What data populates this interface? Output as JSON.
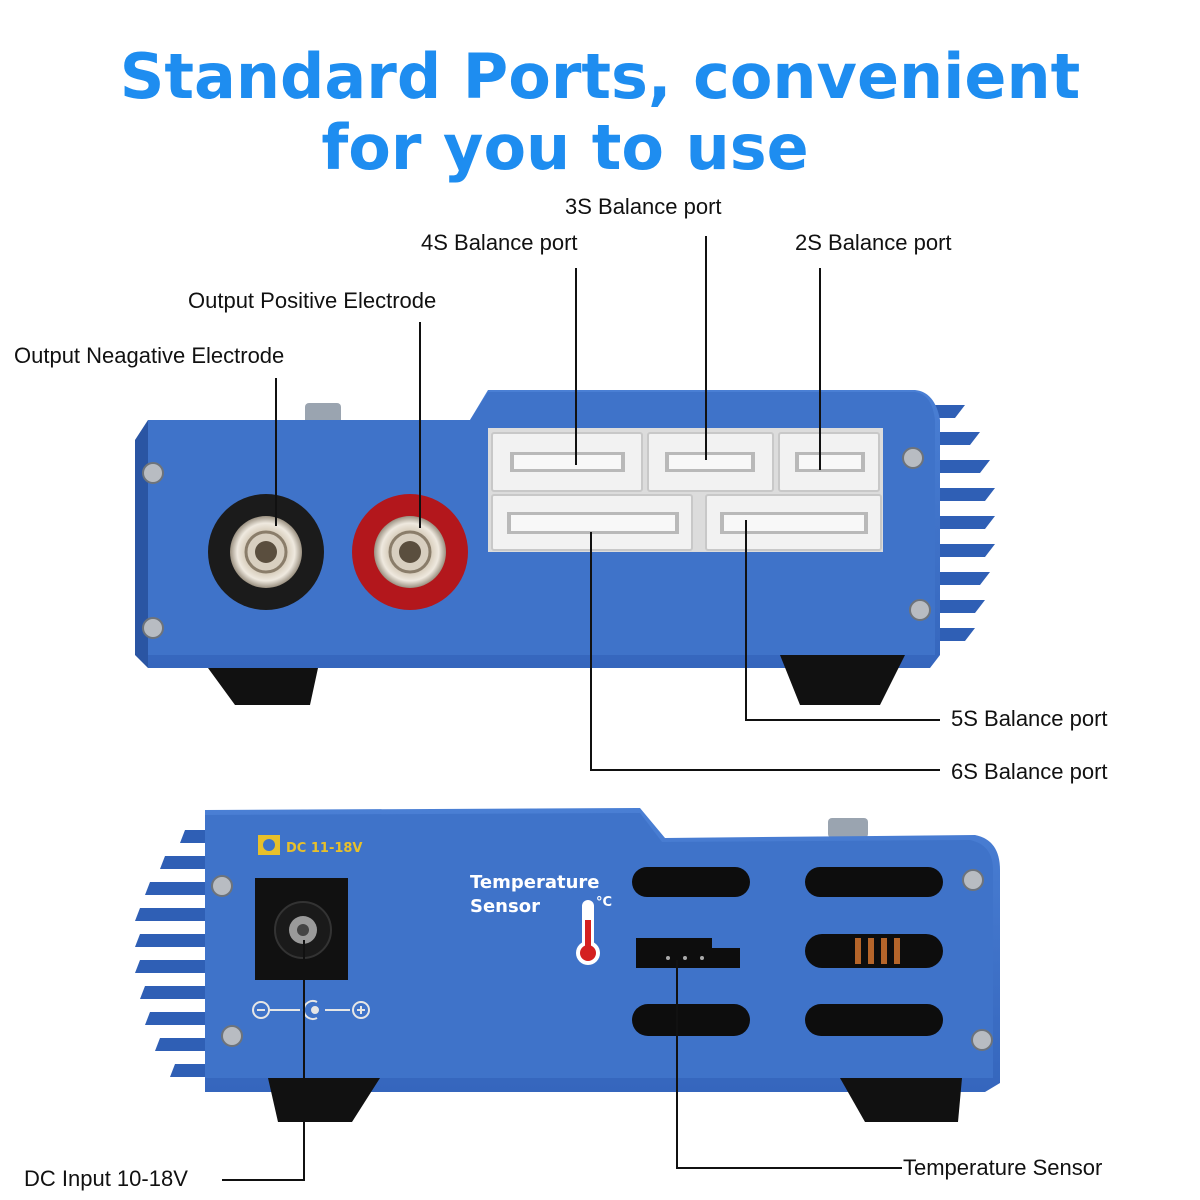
{
  "header": {
    "line1": "Standard Ports, convenient",
    "line2": "for you to use"
  },
  "labels": {
    "balance_3s": "3S Balance port",
    "balance_4s": "4S Balance port",
    "balance_2s": "2S Balance port",
    "output_positive": "Output Positive Electrode",
    "output_negative": "Output Neagative Electrode",
    "balance_5s": "5S Balance port",
    "balance_6s": "6S Balance port",
    "dc_input": "DC Input 10-18V",
    "temperature_sensor": "Temperature Sensor"
  },
  "device_markings": {
    "dc_rating": "DC 11-18V",
    "temp_label_line1": "Temperature",
    "temp_label_line2": "Sensor",
    "degree_unit": "°C"
  },
  "colors": {
    "title": "#1e8df0",
    "device_blue": "#3d6fc4",
    "device_dark_blue": "#2a55a3",
    "fin_blue": "#2f5fb5",
    "negative_terminal": "#1b1b1b",
    "positive_terminal": "#b3171c",
    "connector_white": "#f2f2f2"
  }
}
